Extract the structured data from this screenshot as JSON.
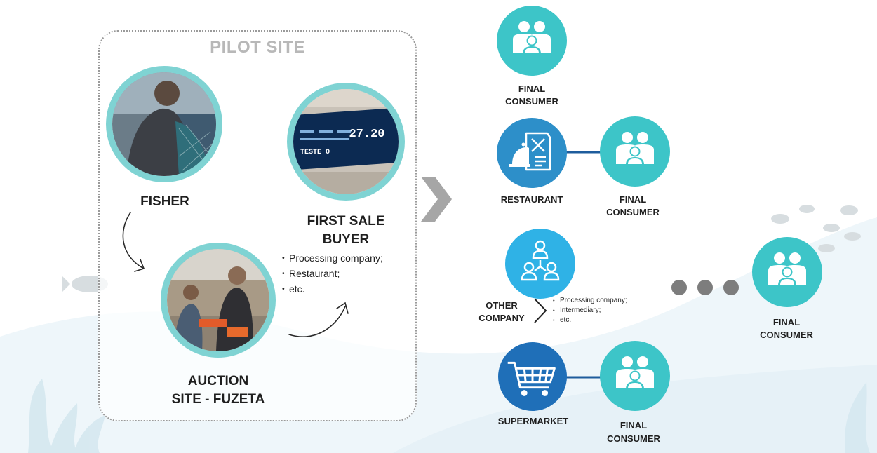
{
  "pilot_site": {
    "title": "PILOT SITE",
    "fisher_label": "FISHER",
    "auction_label_line1": "AUCTION",
    "auction_label_line2": "SITE - FUZETA",
    "first_sale_label_line1": "FIRST SALE",
    "first_sale_label_line2": "BUYER",
    "first_sale_examples": [
      "Processing company;",
      "Restaurant;",
      "etc."
    ],
    "board_price": "27.20",
    "board_text": "TESTE O"
  },
  "chain": {
    "final_consumer_line1": "FINAL",
    "final_consumer_line2": "CONSUMER",
    "restaurant_label": "RESTAURANT",
    "other_company_line1": "OTHER",
    "other_company_line2": "COMPANY",
    "other_company_examples": [
      "Processing company;",
      "Intermediary;",
      "etc."
    ],
    "supermarket_label": "SUPERMARKET"
  },
  "colors": {
    "accent_teal": "#3dc5c8",
    "accent_blue": "#2d8fc9",
    "photo_ring": "#7fd3d3",
    "chevron_gray": "#a6a6a6",
    "dot_gray": "#7d7d7d"
  }
}
